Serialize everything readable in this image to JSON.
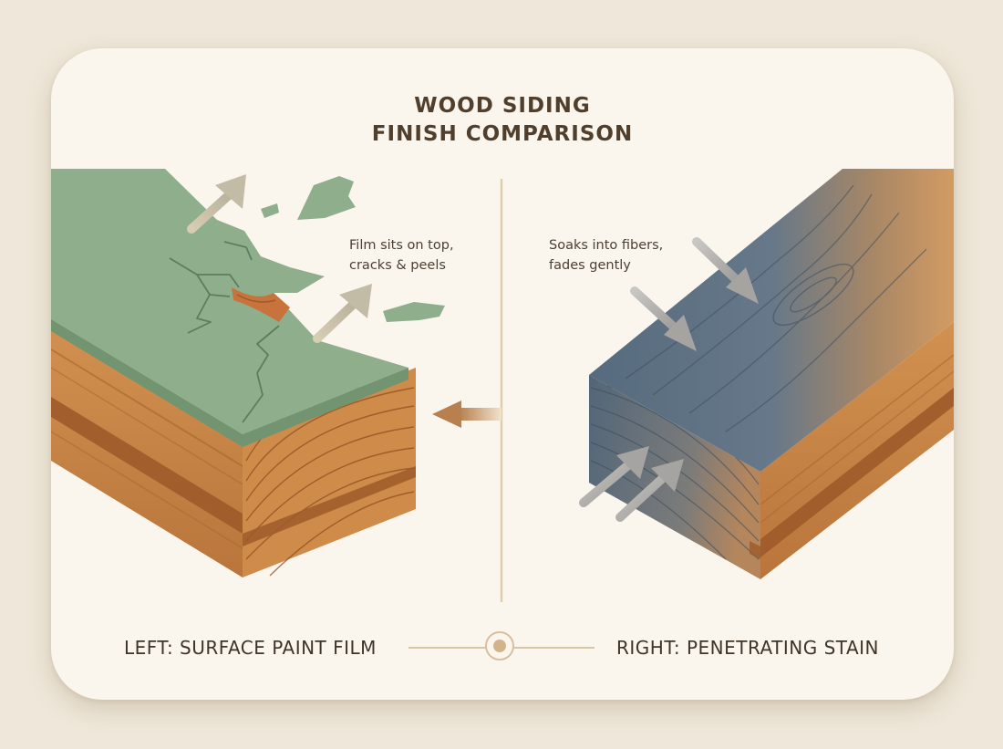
{
  "title": {
    "line1": "WOOD SIDING",
    "line2": "FINISH COMPARISON"
  },
  "left_panel": {
    "caption_line1": "Film sits on top,",
    "caption_line2": "cracks & peels",
    "label": "LEFT: SURFACE PAINT FILM",
    "paint_color": "#8fae8c",
    "paint_edge_color": "#729471"
  },
  "right_panel": {
    "caption_line1": "Soaks into fibers,",
    "caption_line2": "fades gently",
    "label": "RIGHT: PENETRATING STAIN",
    "stain_color": "#56697c"
  },
  "wood_colors": {
    "light": "#d6995c",
    "mid": "#c37f43",
    "dark": "#9e5a2a",
    "grain": "#8e4f22"
  },
  "icons": [
    "flake-icon",
    "arrow-up-right-icon",
    "arrow-left-icon",
    "arrow-down-right-icon",
    "slider-knob-icon"
  ]
}
